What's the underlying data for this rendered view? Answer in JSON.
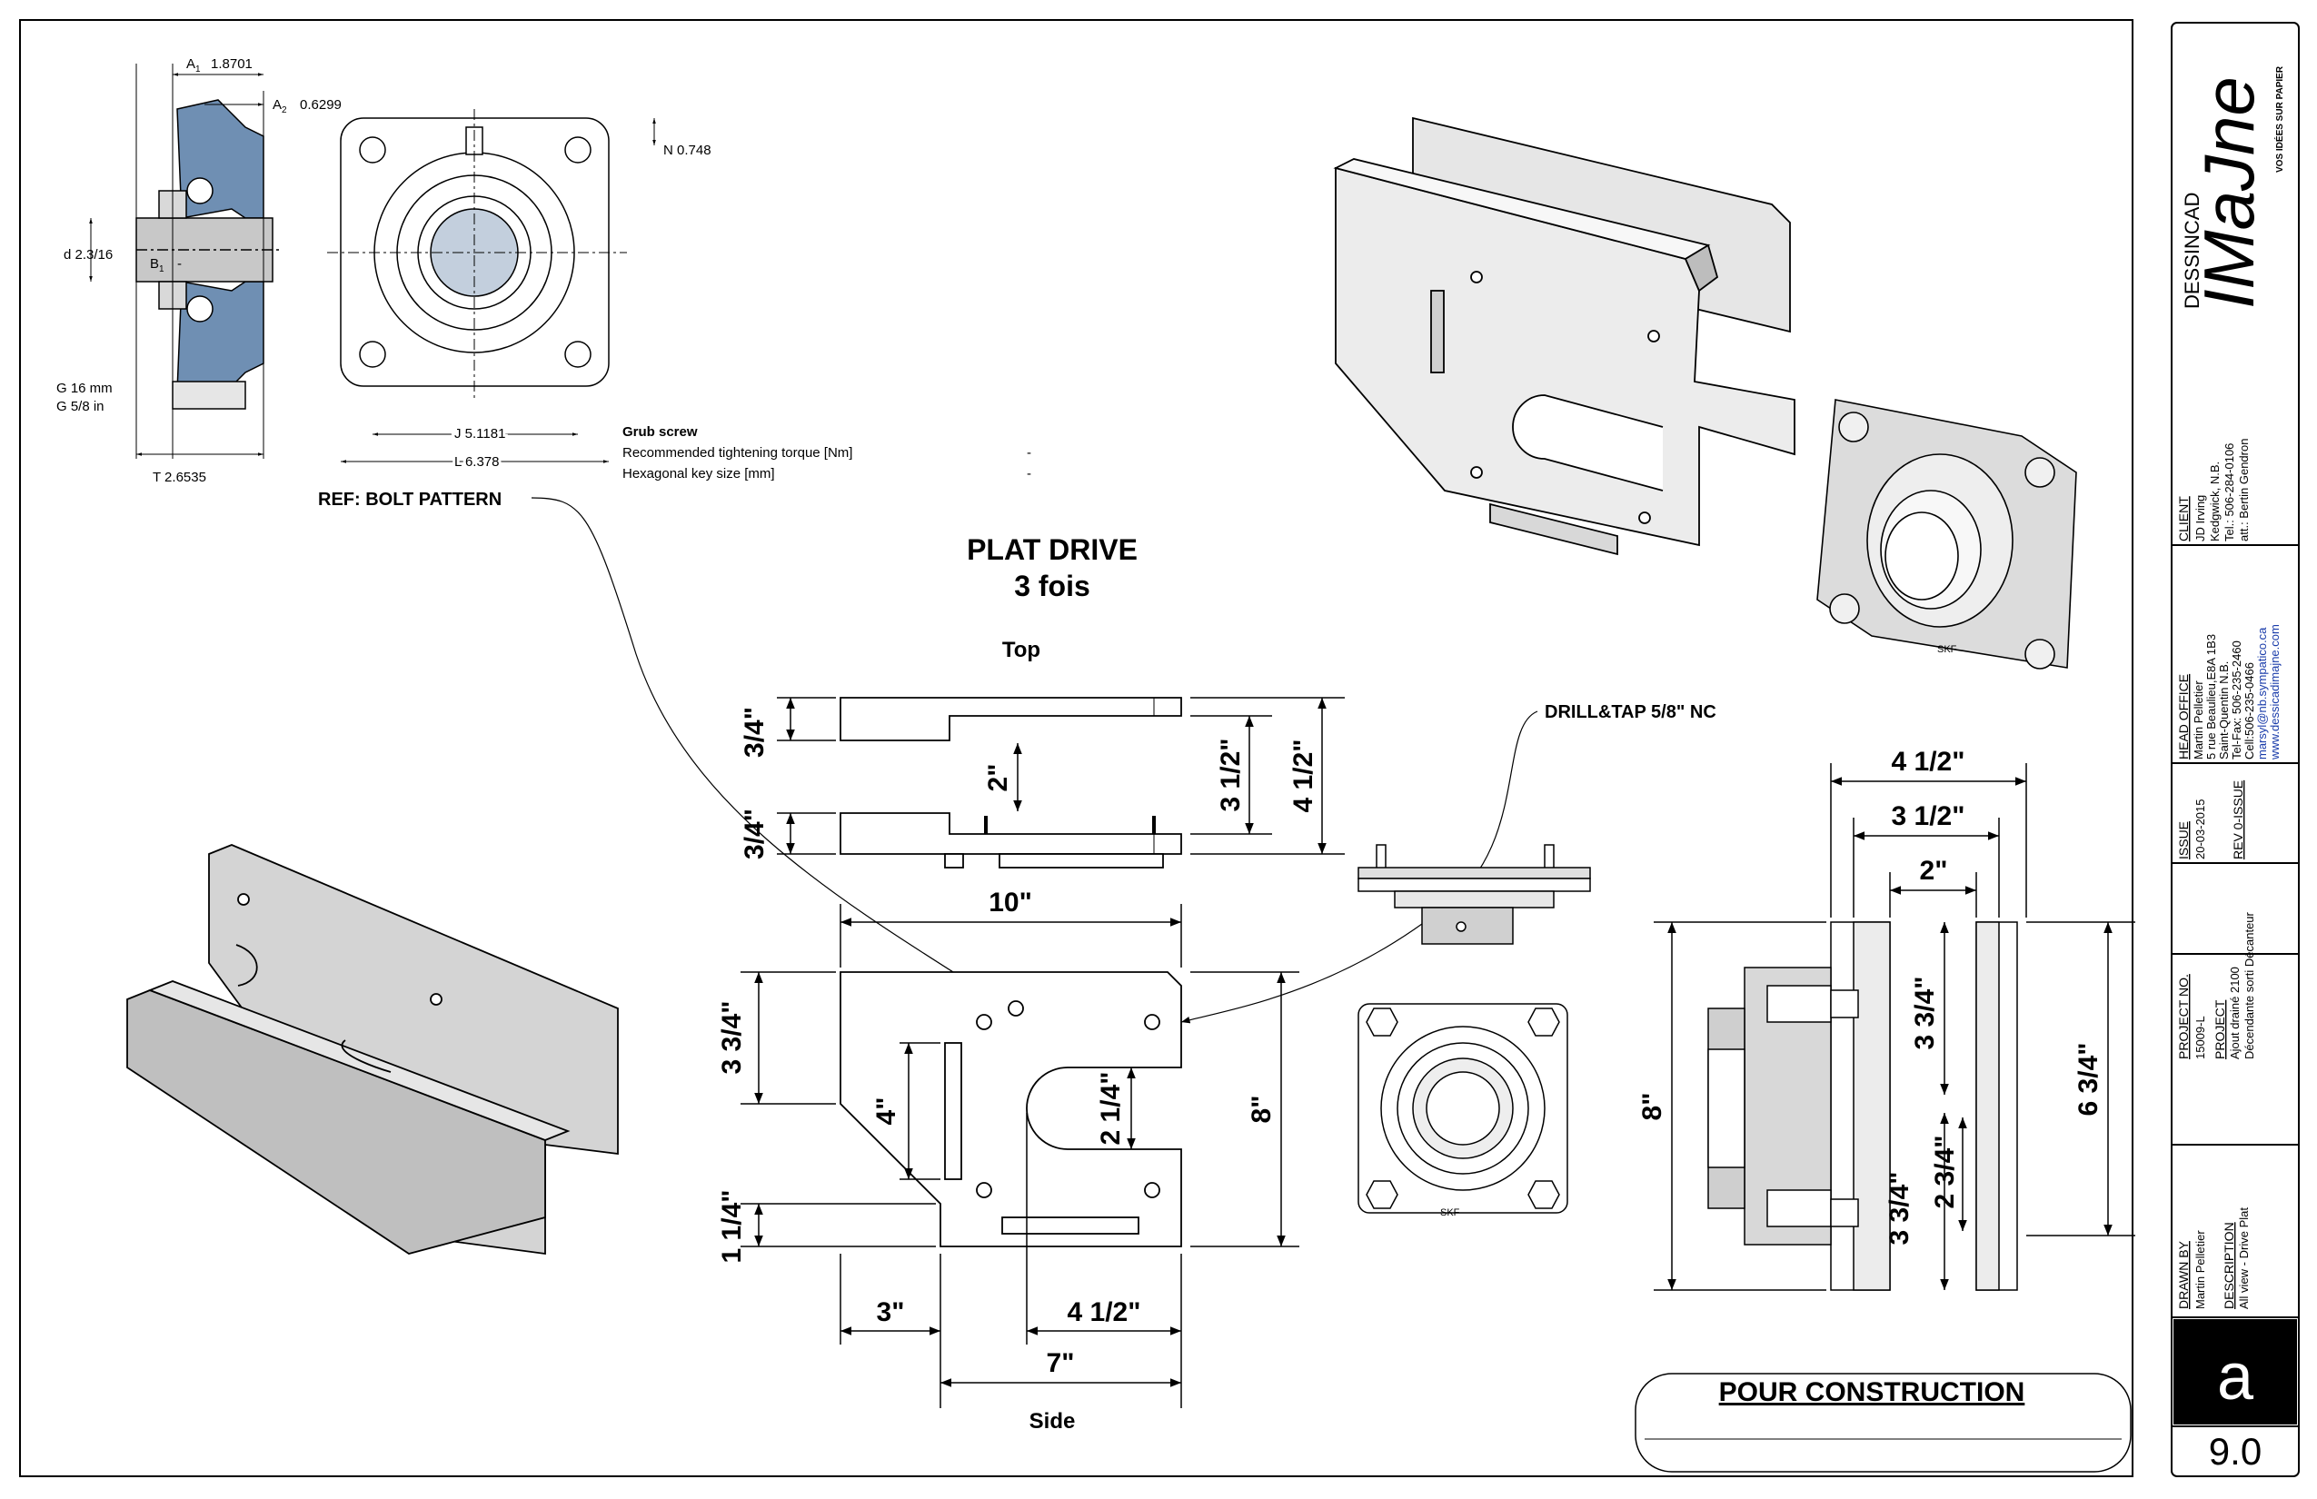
{
  "bearing": {
    "a1": "1.8701",
    "a2": "0.6299",
    "n": "N 0.748",
    "d": "d  2.3/16",
    "b1": "-",
    "g_mm": "G  16 mm",
    "g_in": "G  5/8 in",
    "t": "T  2.6535",
    "j": "J  5.1181",
    "l": "L  6.378",
    "grub_title": "Grub screw",
    "grub_rows": [
      {
        "label": "Recommended tightening torque [Nm]",
        "value": "-"
      },
      {
        "label": "Hexagonal key size [mm]",
        "value": "-"
      }
    ]
  },
  "callouts": {
    "ref": "REF: BOLT PATTERN",
    "drill": "DRILL&TAP 5/8\" NC"
  },
  "title": {
    "line1": "PLAT DRIVE",
    "line2": "3 fois"
  },
  "views": {
    "top": "Top",
    "side": "Side"
  },
  "dims": {
    "top_34_a": "3/4\"",
    "top_34_b": "3/4\"",
    "top_2": "2\"",
    "top_312": "3 1/2\"",
    "top_412": "4 1/2\"",
    "side_10": "10\"",
    "side_334": "3 3/4\"",
    "side_4": "4\"",
    "side_214": "2 1/4\"",
    "side_8": "8\"",
    "side_114": "1 1/4\"",
    "side_3": "3\"",
    "side_412": "4 1/2\"",
    "side_7": "7\"",
    "r_412": "4 1/2\"",
    "r_312": "3 1/2\"",
    "r_2": "2\"",
    "r_8": "8\"",
    "r_334a": "3 3/4\"",
    "r_334b": "3 3/4\"",
    "r_234": "2 3/4\"",
    "r_634": "6 3/4\""
  },
  "stamp": "POUR  CONSTRUCTION",
  "titleblock": {
    "brand": "IMaJne",
    "brand_sub": "DESSINCAD",
    "tagline": "VOS IDÉES SUR PAPIER",
    "client_h": "CLIENT",
    "client": [
      "JD Irving",
      "Kedgwick, N.B.",
      "Tel.: 506-284-0106",
      "att.: Bertin Gendron"
    ],
    "office_h": "HEAD OFFICE",
    "office": [
      "Martin Pelletier",
      "5 rue Beaulieu,E8A 1B3",
      "Saint-Quentin N.B.",
      "Tel-Fax: 506-235-2460",
      "Cell:506-235-0466",
      "marsyl@nb.sympatico.ca",
      "www.dessicadimajne.com"
    ],
    "issue_h": "ISSUE",
    "issue": "20-03-2015",
    "rev": "REV 0-ISSUE",
    "projno_h": "PROJECT NO.",
    "projno": "15009-L",
    "project_h": "PROJECT",
    "project": [
      "Ajout drainé 2100",
      "Décendante sorti Décanteur"
    ],
    "drawn_h": "DRAWN BY",
    "drawn": "Martin Pelletier",
    "desc_h": "DESCRIPTION",
    "desc": "All view - Drive Plat",
    "sheet_letter": "a",
    "sheet_no": "9.0"
  },
  "colors": {
    "bearing_blue": "#6f8fb3",
    "body_grey": "#c8c8c8",
    "face_grey": "#d6d6d6"
  }
}
